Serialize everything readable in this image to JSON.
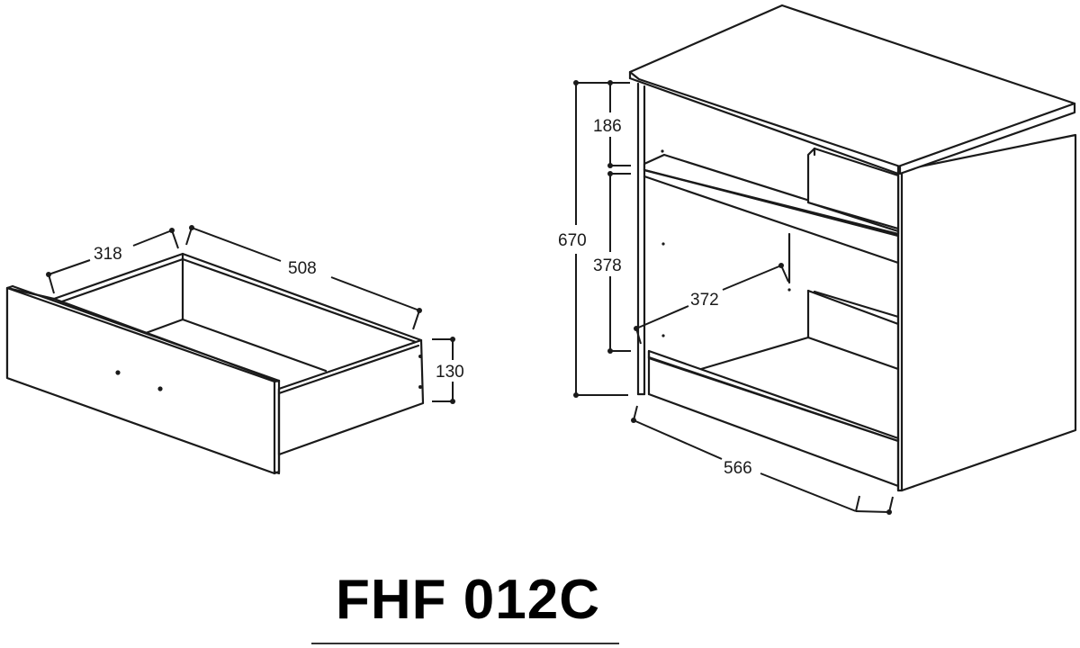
{
  "product": {
    "model_code": "FHF 012C"
  },
  "drawer": {
    "dimensions": {
      "depth": "318",
      "width": "508",
      "height": "130"
    }
  },
  "cabinet": {
    "dimensions": {
      "drawer_section_height": "186",
      "total_height": "670",
      "open_section_height": "378",
      "inner_depth": "372",
      "width": "566"
    }
  },
  "colors": {
    "line": "#1a1a1a",
    "background": "#ffffff"
  }
}
